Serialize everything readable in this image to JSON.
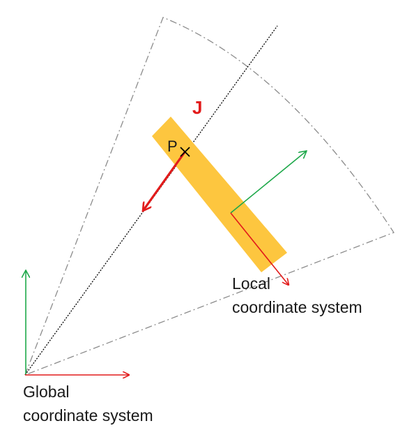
{
  "diagram": {
    "point_label": "P",
    "force_label": "J",
    "local_system": {
      "line1": "Local",
      "line2": "coordinate system"
    },
    "global_system": {
      "line1": "Global",
      "line2": "coordinate system"
    }
  },
  "colors": {
    "sector_outline": "#8c8c8c",
    "ray": "#000000",
    "element_fill": "#fdc63f",
    "x_axis": "#e21b1b",
    "y_axis": "#1ea84a",
    "force": "#e21b1b",
    "point_marker": "#000000"
  }
}
